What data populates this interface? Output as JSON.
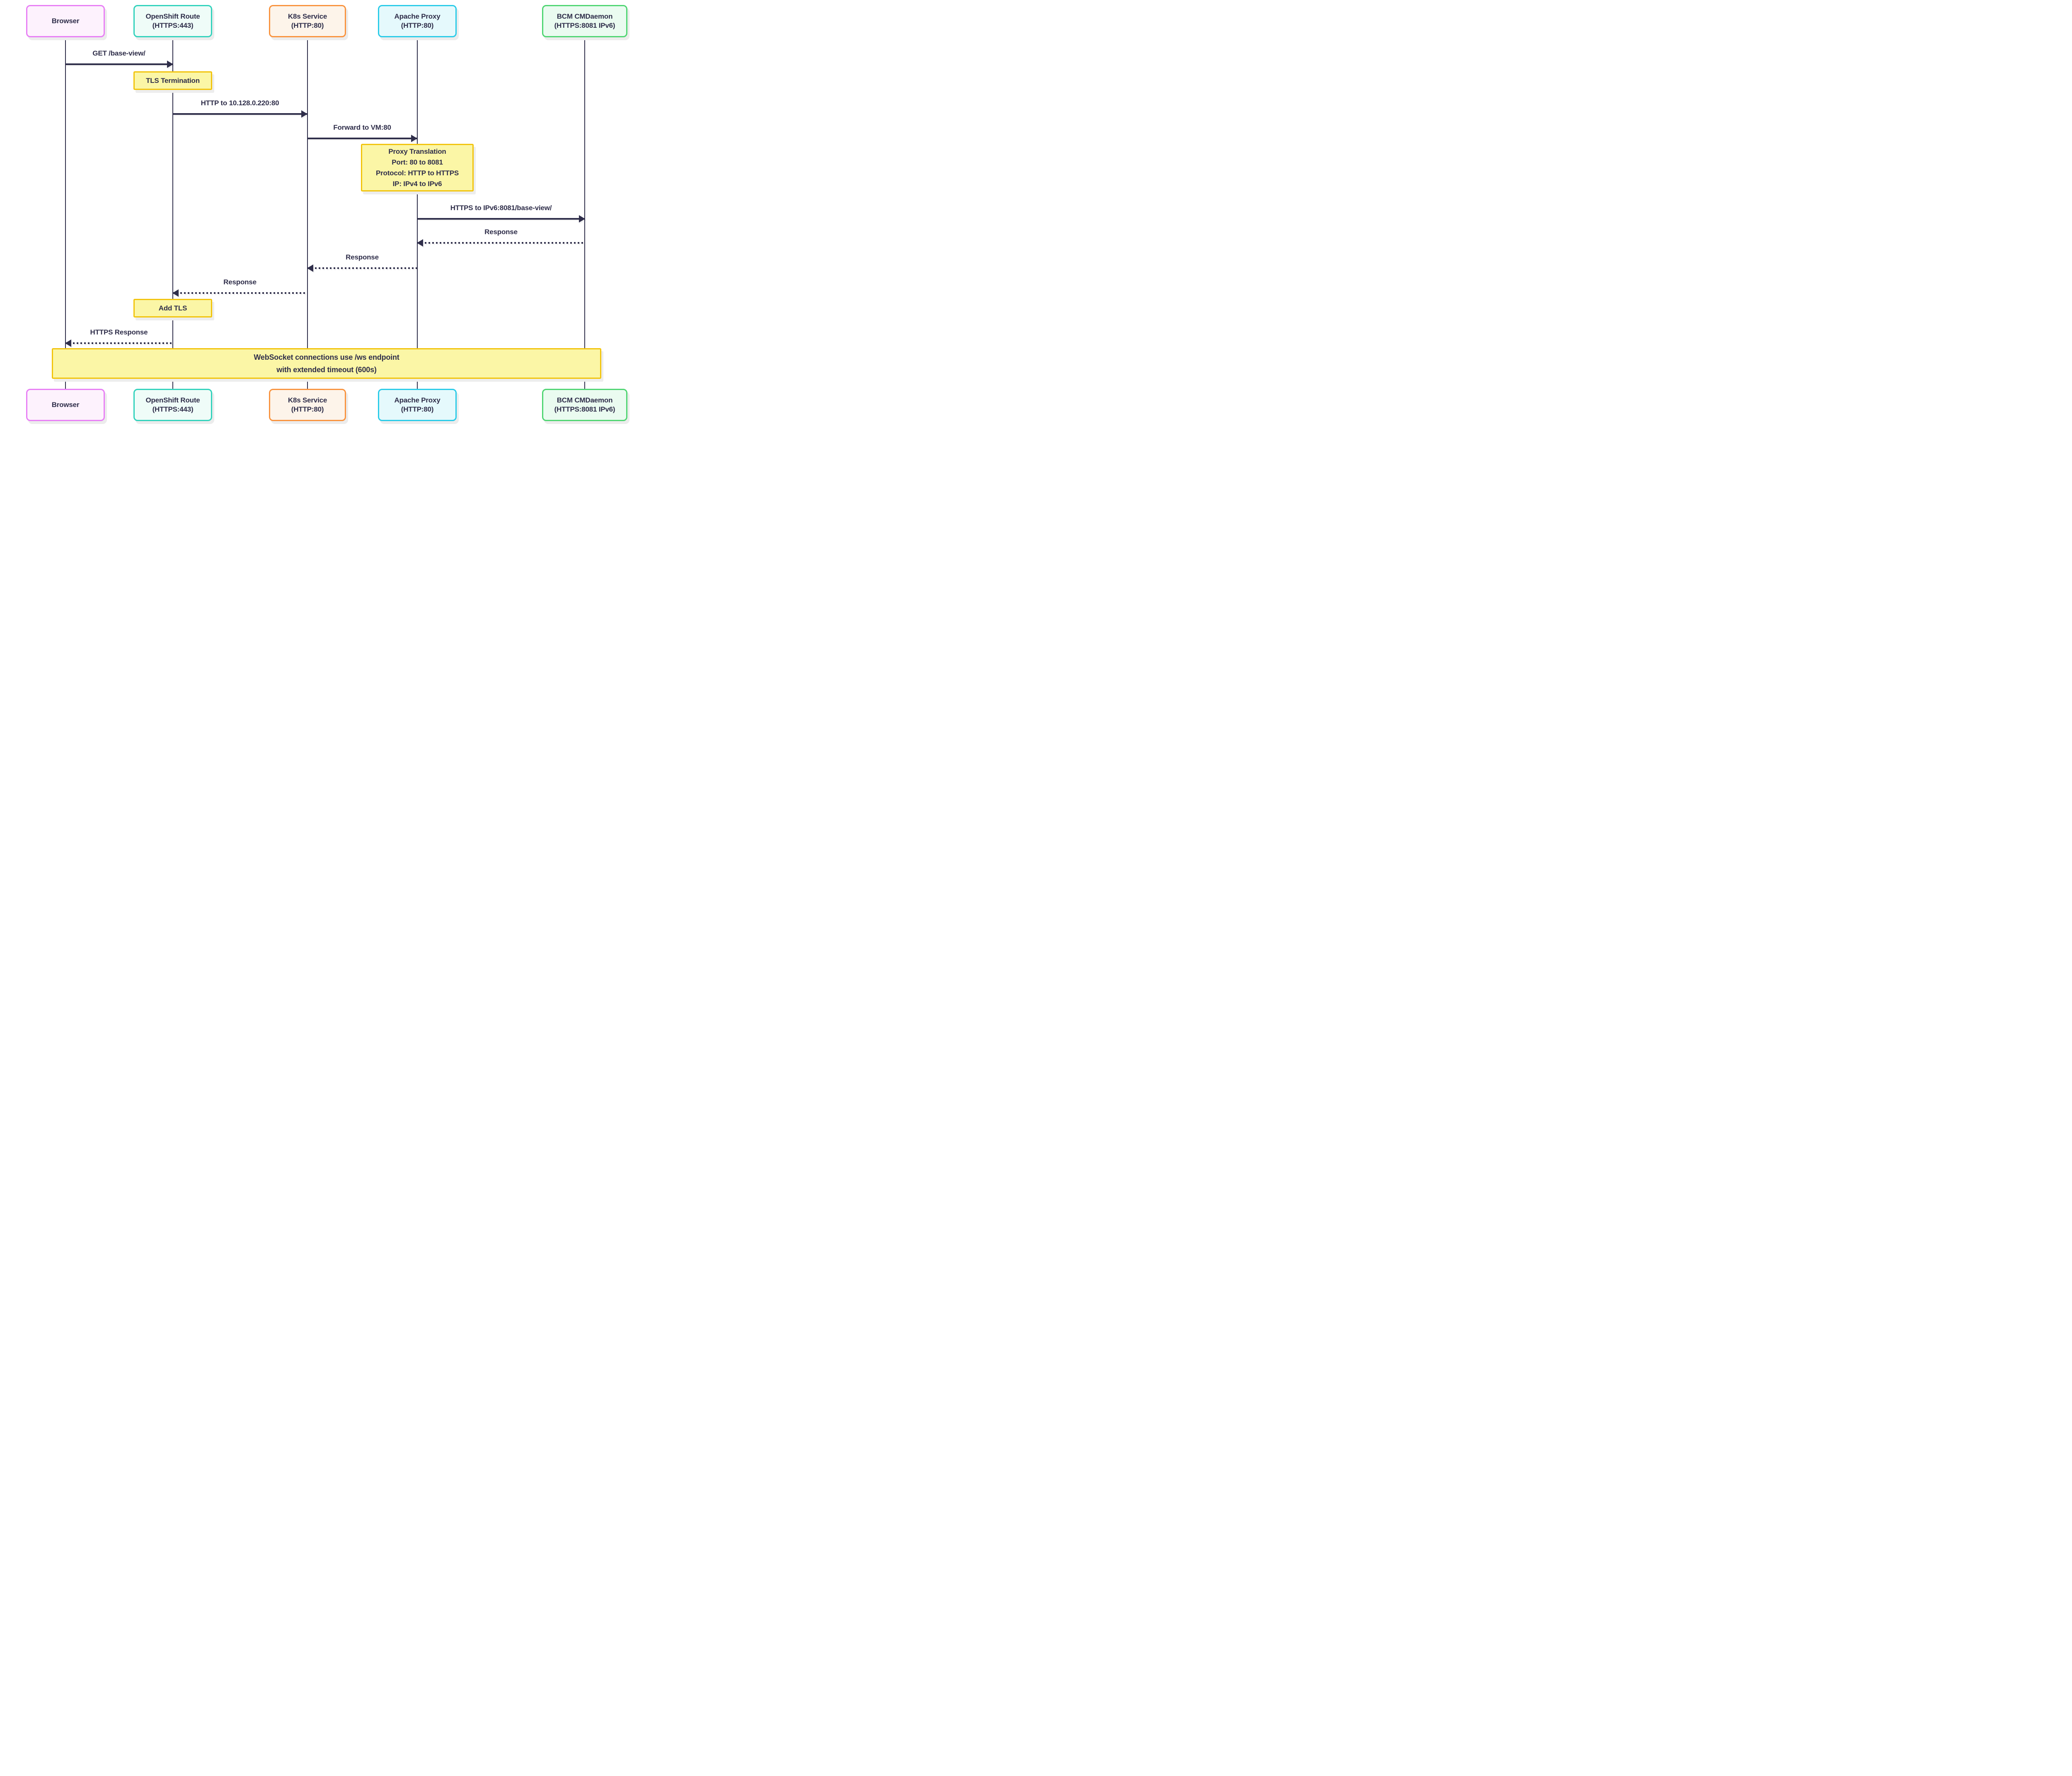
{
  "diagram": {
    "type": "sequence-diagram",
    "colors": {
      "background": "#FFFFFF",
      "ink": "#2F2E4A",
      "note_fill": "#FBF6A6",
      "note_border": "#F2C40D",
      "shadow": "#ECECEC"
    },
    "actors": [
      {
        "id": "browser",
        "lines": [
          "Browser",
          ""
        ],
        "fill": "#FDF2FD",
        "border": "#E87FF5"
      },
      {
        "id": "openshift-route",
        "lines": [
          "OpenShift Route",
          "(HTTPS:443)"
        ],
        "fill": "#EFFCF8",
        "border": "#32D2BC"
      },
      {
        "id": "k8s-service",
        "lines": [
          "K8s Service",
          "(HTTP:80)"
        ],
        "fill": "#FDF4EA",
        "border": "#F9933E"
      },
      {
        "id": "apache-proxy",
        "lines": [
          "Apache Proxy",
          "(HTTP:80)"
        ],
        "fill": "#E5F9FC",
        "border": "#29CBE8"
      },
      {
        "id": "bcm-cmdaemon",
        "lines": [
          "BCM CMDaemon",
          "(HTTPS:8081 IPv6)"
        ],
        "fill": "#EAFBF0",
        "border": "#4FD572"
      }
    ],
    "messages": [
      {
        "label": "GET /base-view/",
        "from": "Browser",
        "to": "OpenShift Route",
        "line_style": "solid"
      },
      {
        "label": "HTTP to 10.128.0.220:80",
        "from": "OpenShift Route",
        "to": "K8s Service",
        "line_style": "solid"
      },
      {
        "label": "Forward to VM:80",
        "from": "K8s Service",
        "to": "Apache Proxy",
        "line_style": "solid"
      },
      {
        "label": "HTTPS to IPv6:8081/base-view/",
        "from": "Apache Proxy",
        "to": "BCM CMDaemon",
        "line_style": "solid"
      },
      {
        "label": "Response",
        "from": "BCM CMDaemon",
        "to": "Apache Proxy",
        "line_style": "dotted"
      },
      {
        "label": "Response",
        "from": "Apache Proxy",
        "to": "K8s Service",
        "line_style": "dotted"
      },
      {
        "label": "Response",
        "from": "K8s Service",
        "to": "OpenShift Route",
        "line_style": "dotted"
      },
      {
        "label": "HTTPS Response",
        "from": "OpenShift Route",
        "to": "Browser",
        "line_style": "dotted"
      }
    ],
    "notes": [
      {
        "over": "OpenShift Route",
        "lines": [
          "TLS Termination"
        ]
      },
      {
        "over": "Apache Proxy",
        "lines": [
          "Proxy Translation",
          "Port: 80 to 8081",
          "Protocol: HTTP to HTTPS",
          "IP: IPv4 to IPv6"
        ]
      },
      {
        "over": "OpenShift Route",
        "lines": [
          "Add TLS"
        ]
      },
      {
        "over": "All",
        "lines": [
          "WebSocket connections use /ws endpoint",
          "with extended timeout (600s)"
        ]
      }
    ]
  }
}
